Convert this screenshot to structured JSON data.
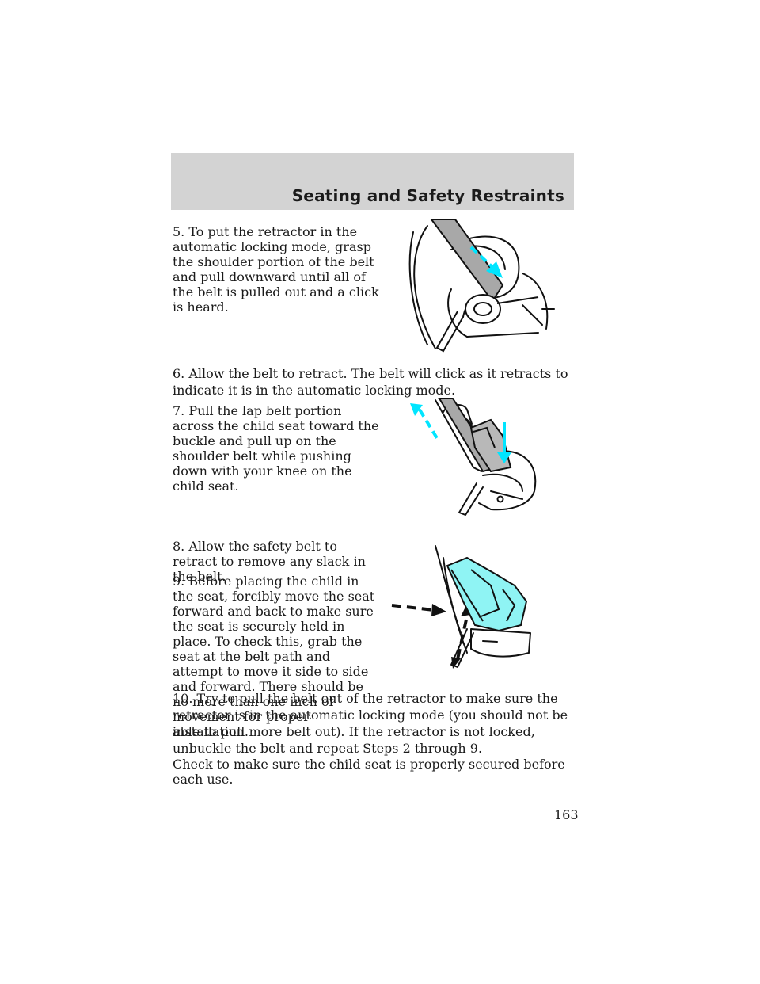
{
  "header": {
    "title": "Seating and Safety Restraints"
  },
  "steps": {
    "s5": "5. To put the retractor in the automatic locking mode, grasp the shoulder portion of the belt and pull downward until all of the belt is pulled out and a click is heard.",
    "s6": "6. Allow the belt to retract. The belt will click as it retracts to indicate it is in the automatic locking mode.",
    "s7": "7. Pull the lap belt portion across the child seat toward the buckle and pull up on the shoulder belt while pushing down with your knee on the child seat.",
    "s8": "8. Allow the safety belt to retract to remove any slack in the belt.",
    "s9": "9. Before placing the child in the seat, forcibly move the seat forward and back to make sure the seat is securely held in place. To check this, grab the seat at the belt path and attempt to move it side to side and forward. There should be no more than one inch of movement for proper installation.",
    "s10": "10. Try to pull the belt out of the retractor to make sure the retractor is in the automatic locking mode (you should not be able to pull more belt out). If the retractor is not locked, unbuckle the belt and repeat Steps 2 through 9.",
    "final": "Check to make sure the child seat is properly secured before each use."
  },
  "page_number": "163",
  "colors": {
    "accent": "#00e5ff",
    "header_band": "#d3d3d3",
    "belt_gray": "#a8a8a8",
    "seat_fill": "#8ff4f4"
  }
}
